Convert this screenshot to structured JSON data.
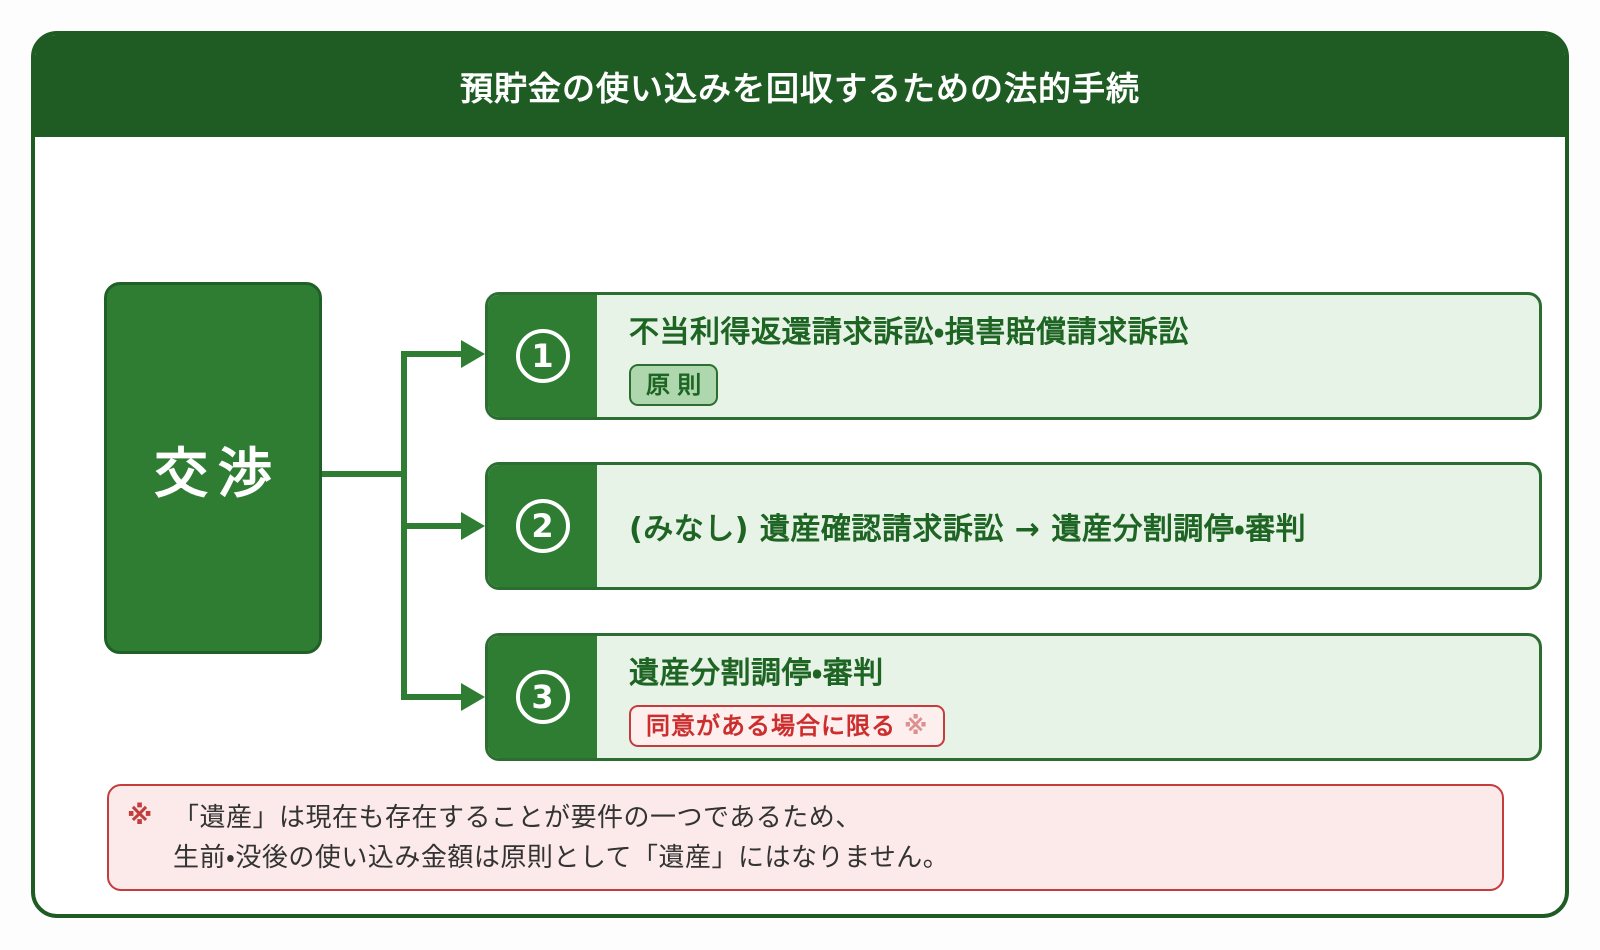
{
  "header": {
    "title": "預貯金の使い込みを回収するための法的手続"
  },
  "source": {
    "label": "交渉"
  },
  "options": [
    {
      "number": "1",
      "title": "不当利得返還請求訴訟・損害賠償請求訴訟",
      "badge": {
        "label": "原則"
      }
    },
    {
      "number": "2",
      "title": "(みなし) 遺産確認請求訴訟 → 遺産分割調停・審判"
    },
    {
      "number": "3",
      "title": "遺産分割調停・審判",
      "badge": {
        "label": "同意がある場合に限る",
        "suffix": "※"
      }
    }
  ],
  "note": {
    "marker": "※",
    "lines": [
      "「遺産」は現在も存在することが要件の一つであるため、",
      "生前・没後の使い込み金額は原則として「遺産」にはなりません。"
    ]
  },
  "colors": {
    "header-green": "#1e5c24",
    "mid-green": "#2e7d33",
    "mid-green-border": "#1f6026",
    "light-green": "#e8f3e8",
    "green-border": "#2c6e31",
    "green-text": "#1e6524",
    "badge-green-bg": "#aed7ae",
    "red-border": "#c43c3c",
    "red-text": "#cc2e2e",
    "red-suffix": "#dd9090",
    "note-bg": "#fbeae9",
    "note-text": "#333333"
  }
}
